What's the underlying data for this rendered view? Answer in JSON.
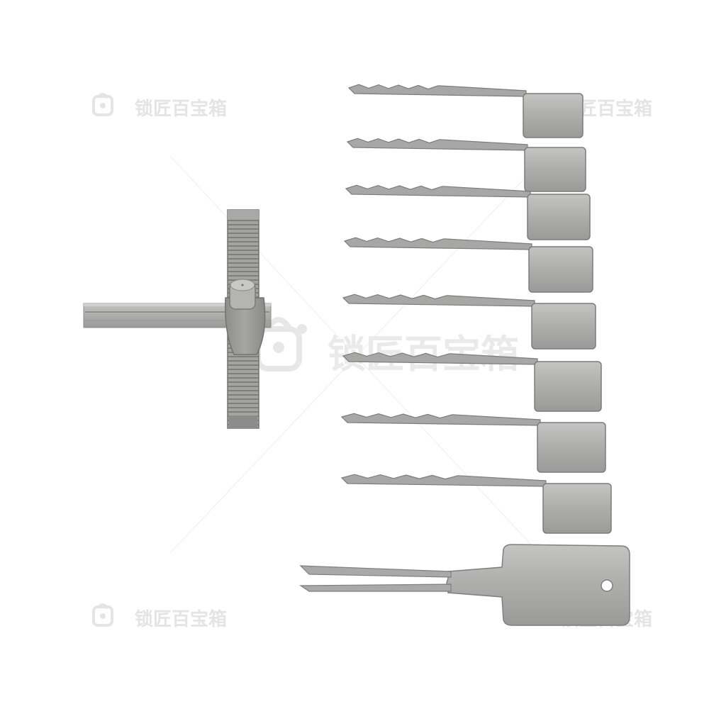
{
  "watermark": {
    "text": "锁匠百宝箱",
    "color": "#d4d4d4"
  },
  "colors": {
    "background": "#ffffff",
    "metal_light": "#b8b8b6",
    "metal_mid": "#a2a2a0",
    "metal_dark": "#8a8a88",
    "metal_edge": "#6e6e6c"
  },
  "objects": {
    "tension_tool": "tensioner",
    "try_out_keys_count": 8,
    "fork_key_count": 1
  }
}
